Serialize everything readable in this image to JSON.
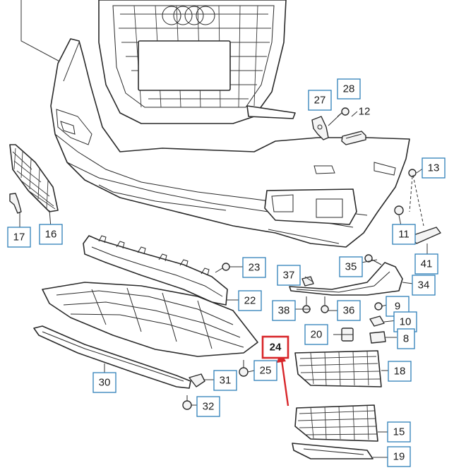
{
  "diagram": {
    "highlight_color": "#d8262a",
    "label_border_color": "#2e7fb8",
    "highlighted_part": "24",
    "labels": [
      "27",
      "28",
      "12",
      "13",
      "17",
      "16",
      "11",
      "41",
      "23",
      "35",
      "34",
      "37",
      "22",
      "9",
      "38",
      "36",
      "10",
      "20",
      "8",
      "24",
      "25",
      "18",
      "30",
      "31",
      "32",
      "15",
      "19"
    ]
  }
}
